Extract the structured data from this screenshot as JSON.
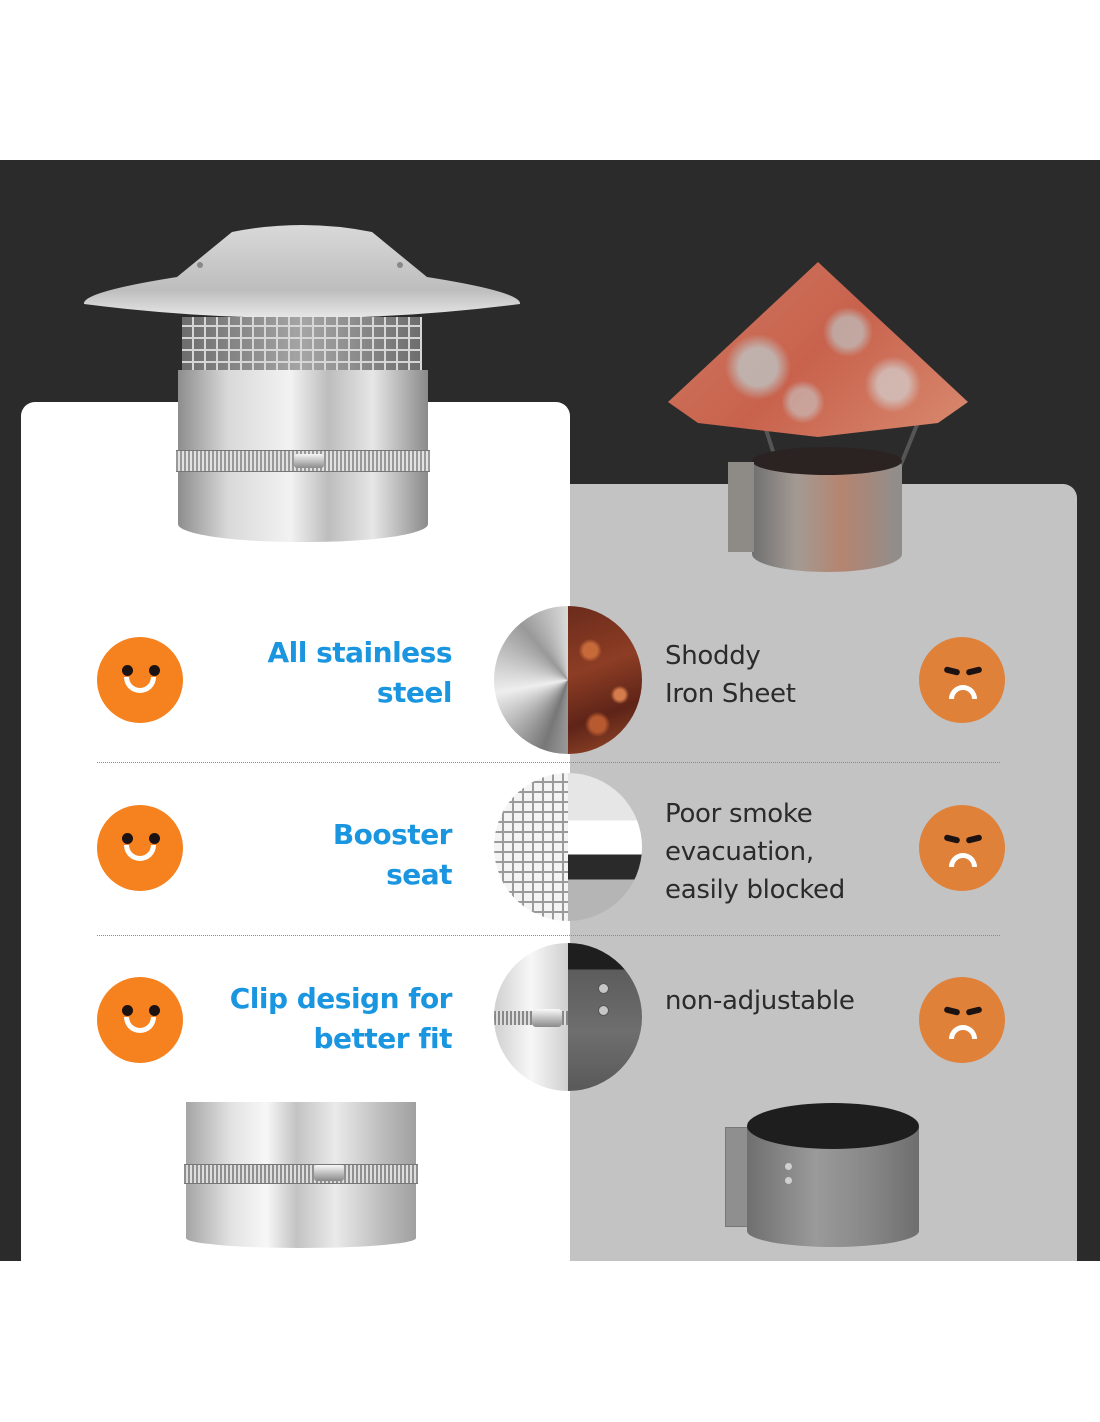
{
  "comparison": {
    "left_side": {
      "name": "stainless steel chimney cap",
      "rating": "good",
      "icon": "smiley-face-icon"
    },
    "right_side": {
      "name": "rusty iron chimney cap",
      "rating": "bad",
      "icon": "angry-face-icon"
    },
    "rows": [
      {
        "good_label": "All stainless\nsteel",
        "bad_label": "Shoddy\nIron Sheet",
        "circle_left": "brushed-steel-texture",
        "circle_right": "rusted-iron-texture"
      },
      {
        "good_label": "Booster\nseat",
        "bad_label": "Poor smoke\nevacuation,\neasily blocked",
        "circle_left": "wire-mesh-closeup",
        "circle_right": "open-cap-closeup"
      },
      {
        "good_label": "Clip design for\nbetter fit",
        "bad_label": "non-adjustable",
        "circle_left": "hose-clamp-closeup",
        "circle_right": "riveted-sheet-closeup"
      }
    ]
  },
  "colors": {
    "dark_background": "#2b2b2b",
    "good_panel": "#ffffff",
    "bad_panel": "#c3c3c3",
    "good_text": "#1a95e0",
    "bad_text": "#2b2b2b",
    "smile_face": "#f6821f",
    "frown_face": "#e0813a"
  }
}
